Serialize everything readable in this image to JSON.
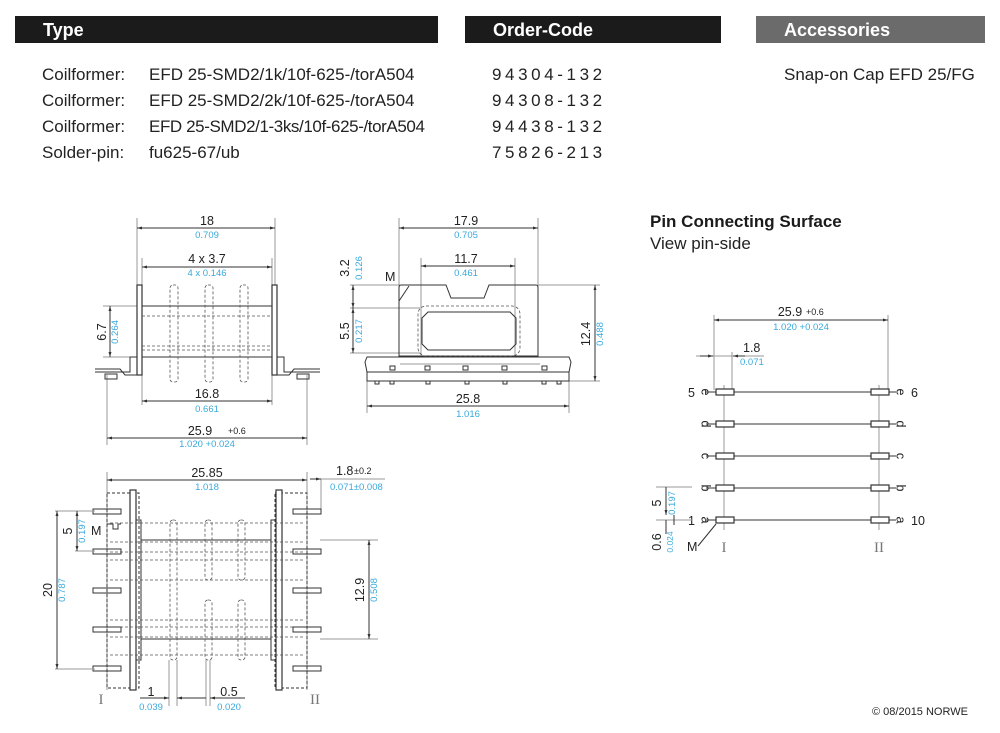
{
  "headers": {
    "type": "Type",
    "order_code": "Order-Code",
    "accessories": "Accessories"
  },
  "colors": {
    "header_dark": "#1b1b1b",
    "header_grey": "#6b6b6b",
    "inch_dimension": "#3aa9dc"
  },
  "products": [
    {
      "label": "Coilformer:",
      "type": "EFD 25-SMD2/1k/10f-625-/torA504",
      "order_code": "94304-132"
    },
    {
      "label": "Coilformer:",
      "type": "EFD 25-SMD2/2k/10f-625-/torA504",
      "order_code": "94308-132"
    },
    {
      "label": "Coilformer:",
      "type": "EFD 25-SMD2/1-3ks/10f-625-/torA504",
      "order_code": "94438-132"
    },
    {
      "label": "Solder-pin:",
      "type": "fu625-67/ub",
      "order_code": "75826-213"
    }
  ],
  "accessories": [
    "Snap-on Cap EFD 25/FG"
  ],
  "pin_surface": {
    "title": "Pin Connecting Surface",
    "subtitle": "View pin-side"
  },
  "drawings": {
    "side_view": {
      "dims": [
        {
          "mm": "18",
          "inch": "0.709"
        },
        {
          "mm": "4 x 3.7",
          "inch": "4 x 0.146"
        },
        {
          "mm": "6.7",
          "inch": "0.264"
        },
        {
          "mm": "16.8",
          "inch": "0.661"
        },
        {
          "mm": "25.9",
          "tol": "+0.6",
          "inch": "1.020 +0.024"
        }
      ]
    },
    "front_view": {
      "marker": "M",
      "dims": [
        {
          "mm": "17.9",
          "inch": "0.705"
        },
        {
          "mm": "11.7",
          "inch": "0.461"
        },
        {
          "mm": "3.2",
          "inch": "0.126"
        },
        {
          "mm": "5.5",
          "inch": "0.217"
        },
        {
          "mm": "12.4",
          "inch": "0.488"
        },
        {
          "mm": "25.8",
          "inch": "1.016"
        }
      ]
    },
    "top_view": {
      "marker": "M",
      "side_labels": [
        "I",
        "II"
      ],
      "dims": [
        {
          "mm": "25.85",
          "inch": "1.018"
        },
        {
          "mm": "1.8",
          "tol": "±0.2",
          "inch": "0.071±0.008"
        },
        {
          "mm": "5",
          "inch": "0.197"
        },
        {
          "mm": "20",
          "inch": "0.787"
        },
        {
          "mm": "12.9",
          "inch": "0.508"
        },
        {
          "mm": "1",
          "inch": "0.039"
        },
        {
          "mm": "0.5",
          "inch": "0.020"
        }
      ]
    },
    "pin_view": {
      "marker": "M",
      "side_labels": [
        "I",
        "II"
      ],
      "pin_letters": [
        "e",
        "d",
        "c",
        "b",
        "a"
      ],
      "pin_numbers": {
        "top_left": "5",
        "top_right": "6",
        "bottom_left": "1",
        "bottom_right": "10"
      },
      "dims": [
        {
          "mm": "25.9",
          "tol": "+0.6",
          "inch": "1.020 +0.024"
        },
        {
          "mm": "1.8",
          "inch": "0.071"
        },
        {
          "mm": "5",
          "inch": "0.197"
        },
        {
          "mm": "0.6",
          "inch": "0.024"
        }
      ]
    }
  },
  "copyright": "© 08/2015 NORWE"
}
